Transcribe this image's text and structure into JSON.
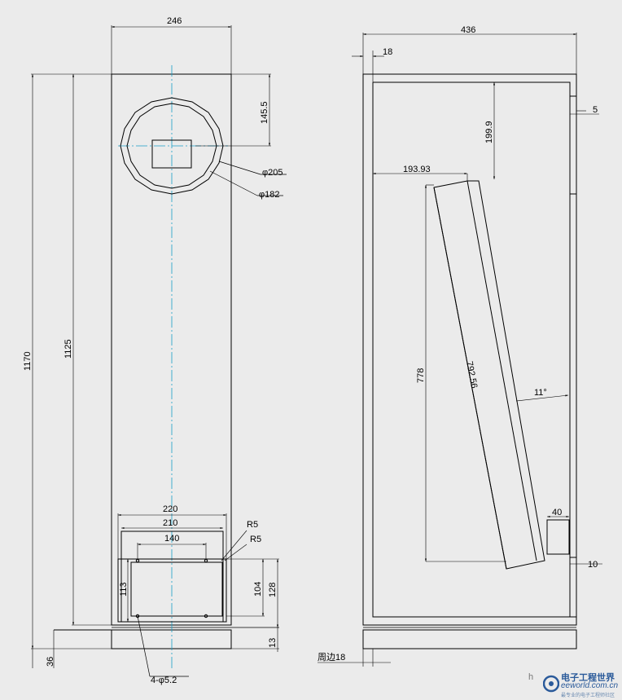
{
  "front": {
    "width": "246",
    "total_height": "1170",
    "inner_height": "1125",
    "driver_offset": "145.5",
    "driver_outer_dia": "φ205",
    "driver_inner_dia": "φ182",
    "port_outer_width": "220",
    "port_width": "210",
    "port_hole_spacing": "140",
    "port_corner_r1": "R5",
    "port_corner_r2": "R5",
    "port_height_left": "113",
    "port_height_inner": "104",
    "port_height_outer": "128",
    "base_height": "36",
    "base_gap": "13",
    "mount_holes": "4-φ5.2"
  },
  "side": {
    "depth": "436",
    "panel_thickness": "18",
    "baffle_thickness": "5",
    "baffle_offset": "199.9",
    "line_offset": "193.93",
    "line_length": "792.56",
    "line_height": "778",
    "angle": "11°",
    "port_depth": "40",
    "bottom_thickness": "10",
    "edge_label": "周边18"
  },
  "watermark": {
    "brand": "电子工程世界",
    "url": "eeworld.com.cn",
    "tagline": "最专业的电子工程师社区",
    "partial": "h"
  }
}
